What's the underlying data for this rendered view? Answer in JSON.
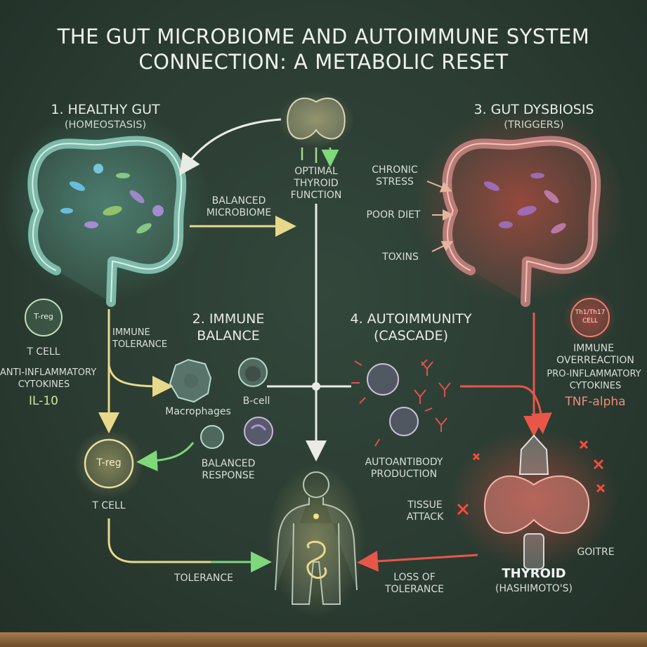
{
  "title": {
    "line1": "THE GUT MICROBIOME AND AUTOIMMUNE SYSTEM",
    "line2": "CONNECTION: A METABOLIC RESET"
  },
  "healthy_gut": {
    "heading": "1. HEALTHY GUT",
    "sub": "(HOMEOSTASIS)"
  },
  "thyroid_top": {
    "label_1": "OPTIMAL",
    "label_2": "THYROID",
    "label_3": "FUNCTION"
  },
  "dysbiosis": {
    "heading": "3. GUT DYSBIOSIS",
    "sub": "(TRIGGERS)"
  },
  "triggers": {
    "stress_1": "CHRONIC",
    "stress_2": "STRESS",
    "diet": "POOR DIET",
    "toxins": "TOXINS"
  },
  "balanced_microbiome": {
    "line1": "BALANCED",
    "line2": "MICROBIOME"
  },
  "left_col": {
    "treg_badge": "T-reg",
    "tcell": "T CELL",
    "cytokines_1": "ANTI-INFLAMMATORY",
    "cytokines_2": "CYTOKINES",
    "il10": "IL-10"
  },
  "immune_tolerance": {
    "line1": "IMMUNE",
    "line2": "TOLERANCE"
  },
  "immune_balance": {
    "line1": "2. IMMUNE",
    "line2": "BALANCE"
  },
  "cells": {
    "macrophages": "Macrophages",
    "bcell": "B-cell",
    "balanced_1": "BALANCED",
    "balanced_2": "RESPONSE"
  },
  "treg_big": {
    "badge": "T-reg",
    "label": "T CELL"
  },
  "tolerance": "TOLERANCE",
  "autoimmunity": {
    "line1": "4. AUTOIMMUNITY",
    "line2": "(CASCADE)"
  },
  "autoantibody": {
    "line1": "AUTOANTIBODY",
    "line2": "PRODUCTION"
  },
  "right_col": {
    "th_badge_1": "Th1/Th17",
    "th_badge_2": "CELL",
    "overreaction_1": "IMMUNE",
    "overreaction_2": "OVERREACTION",
    "pro_1": "PRO-INFLAMMATORY",
    "pro_2": "CYTOKINES",
    "tnf": "TNF-alpha"
  },
  "thyroid_bottom": {
    "tissue_1": "TISSUE",
    "tissue_2": "ATTACK",
    "goitre": "GOITRE",
    "name": "THYROID",
    "sub": "(HASHIMOTO'S)"
  },
  "loss_tolerance": {
    "line1": "LOSS OF",
    "line2": "TOLERANCE"
  },
  "colors": {
    "healthy": "#9fe0b0",
    "danger": "#e8564a",
    "neutral": "#e9ece4",
    "gold": "#e8d98a"
  }
}
